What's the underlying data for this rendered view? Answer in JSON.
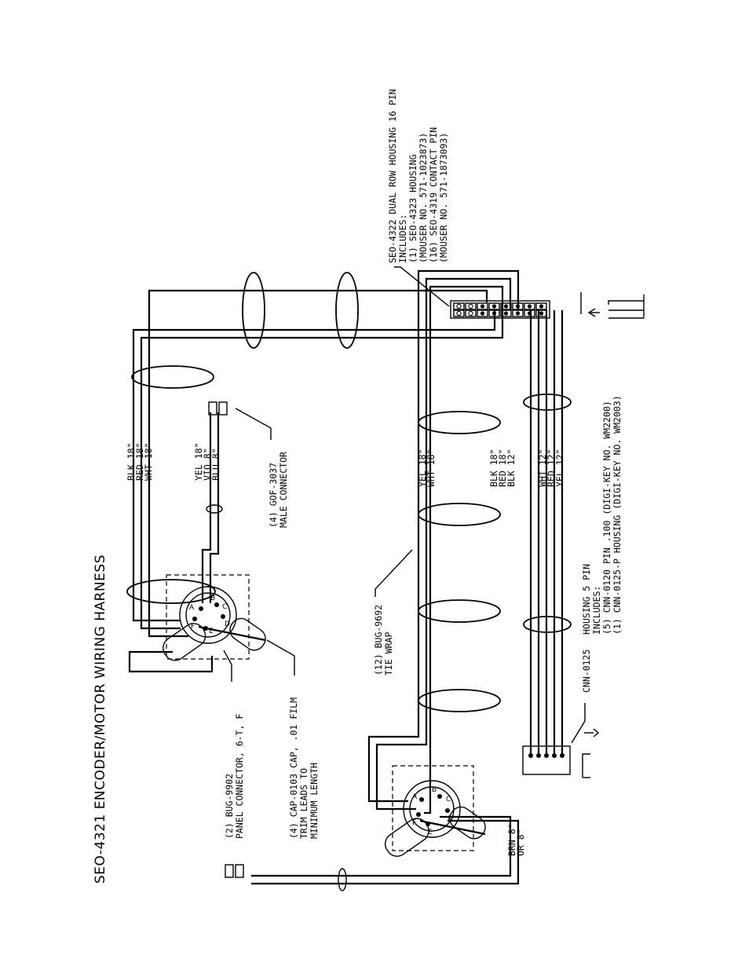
{
  "title": "SEO-4321 ENCODER/MOTOR WIRING HARNESS",
  "wire_labels": {
    "upper_bundle": [
      "BLK 18\"",
      "RED 18\"",
      "WHT 18\""
    ],
    "upper_short": [
      "YEL 18\"",
      "VIO 8\"",
      "BLU 8\""
    ],
    "middle_a": [
      "YEL 18\"",
      "WHT 18\""
    ],
    "middle_b": [
      "BLK 18\"",
      "RED 18\"",
      "BLK 12\""
    ],
    "middle_c": [
      "WHT 12\"",
      "RED 12\"",
      "YEL 12\""
    ],
    "lower": [
      "BRN 8\"",
      "OR 8\""
    ]
  },
  "callouts": {
    "gof": [
      "(4) GOF-3037",
      "MALE CONNECTOR"
    ],
    "bug9692": [
      "(12) BUG-9692",
      "TIE WRAP"
    ],
    "bug9902": [
      "(2) BUG-9902",
      "PANEL CONNECTOR, 6-T, F"
    ],
    "cap": [
      "(4) CAP-0103 CAP, .01 FILM",
      "TRIM LEADS TO",
      "MINIMUM LENGTH"
    ],
    "seo4322": [
      "SEO-4322 DUAL ROW HOUSING 16 PIN",
      "INCLUDES:",
      "(1)  SEO-4323 HOUSING",
      "     (MOUSER NO.  571-1023873)",
      "(16) SEO-4319  CONTACT PIN",
      "     (MOUSER NO.  571-1873093)"
    ],
    "cnn_label": "CNN-0125",
    "cnn_housing": [
      "HOUSING 5 PIN",
      "INCLUDES:",
      "(5) CNN-0120       PIN .100  (DIGI-KEY NO.  WM2200)",
      "(1) CNN-0125-P  HOUSING   (DIGI-KEY NO.  WM2003)"
    ]
  },
  "pin_letters": [
    "A",
    "B",
    "C",
    "D",
    "E",
    "F"
  ]
}
